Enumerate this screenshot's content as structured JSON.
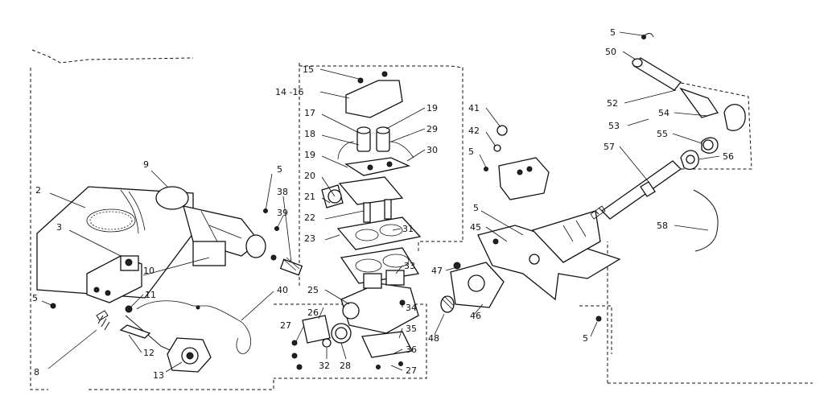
{
  "callouts": [
    {
      "id": "2",
      "text": "2"
    },
    {
      "id": "3",
      "text": "3"
    },
    {
      "id": "5a",
      "text": "5"
    },
    {
      "id": "8",
      "text": "8"
    },
    {
      "id": "9",
      "text": "9"
    },
    {
      "id": "10",
      "text": "10"
    },
    {
      "id": "11",
      "text": "11"
    },
    {
      "id": "12",
      "text": "12"
    },
    {
      "id": "13",
      "text": "13"
    },
    {
      "id": "5b",
      "text": "5"
    },
    {
      "id": "38",
      "text": "38"
    },
    {
      "id": "39",
      "text": "39"
    },
    {
      "id": "40",
      "text": "40"
    },
    {
      "id": "15",
      "text": "15"
    },
    {
      "id": "14-16",
      "text": "14 -16"
    },
    {
      "id": "17",
      "text": "17"
    },
    {
      "id": "18",
      "text": "18"
    },
    {
      "id": "19a",
      "text": "19"
    },
    {
      "id": "20",
      "text": "20"
    },
    {
      "id": "21",
      "text": "21"
    },
    {
      "id": "22",
      "text": "22"
    },
    {
      "id": "23",
      "text": "23"
    },
    {
      "id": "19b",
      "text": "19"
    },
    {
      "id": "29",
      "text": "29"
    },
    {
      "id": "30",
      "text": "30"
    },
    {
      "id": "31",
      "text": "31"
    },
    {
      "id": "33",
      "text": "33"
    },
    {
      "id": "25",
      "text": "25"
    },
    {
      "id": "34",
      "text": "34"
    },
    {
      "id": "26",
      "text": "26"
    },
    {
      "id": "27a",
      "text": "27"
    },
    {
      "id": "35",
      "text": "35"
    },
    {
      "id": "36",
      "text": "36"
    },
    {
      "id": "32",
      "text": "32"
    },
    {
      "id": "28",
      "text": "28"
    },
    {
      "id": "27b",
      "text": "27"
    },
    {
      "id": "41",
      "text": "41"
    },
    {
      "id": "42",
      "text": "42"
    },
    {
      "id": "5c",
      "text": "5"
    },
    {
      "id": "5d",
      "text": "5"
    },
    {
      "id": "45",
      "text": "45"
    },
    {
      "id": "47",
      "text": "47"
    },
    {
      "id": "46",
      "text": "46"
    },
    {
      "id": "48",
      "text": "48"
    },
    {
      "id": "5e",
      "text": "5"
    },
    {
      "id": "5f",
      "text": "5"
    },
    {
      "id": "50",
      "text": "50"
    },
    {
      "id": "52",
      "text": "52"
    },
    {
      "id": "54",
      "text": "54"
    },
    {
      "id": "53",
      "text": "53"
    },
    {
      "id": "55",
      "text": "55"
    },
    {
      "id": "56",
      "text": "56"
    },
    {
      "id": "57",
      "text": "57"
    },
    {
      "id": "58",
      "text": "58"
    }
  ]
}
